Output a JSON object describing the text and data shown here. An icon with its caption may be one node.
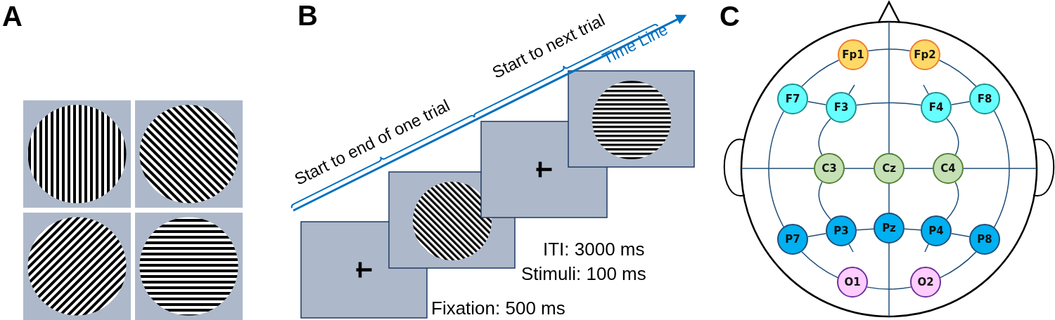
{
  "diagram": {
    "nodes": [
      {
        "text": [
          "Fp1"
        ]
      },
      {
        "text": [
          "Fp2"
        ]
      },
      {
        "text": [
          "F7"
        ]
      },
      {
        "text": [
          "F3"
        ]
      },
      {
        "text": [
          "F4"
        ]
      },
      {
        "text": [
          "F8"
        ]
      },
      {
        "text": [
          "C3"
        ]
      },
      {
        "text": [
          "Cz"
        ]
      },
      {
        "text": [
          "C4"
        ]
      },
      {
        "text": [
          "P7"
        ]
      },
      {
        "text": [
          "P3"
        ]
      },
      {
        "text": [
          "Pz"
        ]
      },
      {
        "text": [
          "P4"
        ]
      },
      {
        "text": [
          "P8"
        ]
      },
      {
        "text": [
          "O1"
        ]
      },
      {
        "text": [
          "O2"
        ]
      }
    ],
    "edges": [
      {
        "from": 0,
        "to": 1,
        "arrow": "none"
      },
      {
        "from": 0,
        "to": 2,
        "arrow": "none"
      },
      {
        "from": 1,
        "to": 5,
        "arrow": "none"
      },
      {
        "from": 2,
        "to": 9,
        "arrow": "none"
      },
      {
        "from": 5,
        "to": 13,
        "arrow": "none"
      },
      {
        "from": 9,
        "to": 14,
        "arrow": "none"
      },
      {
        "from": 13,
        "to": 15,
        "arrow": "none"
      },
      {
        "from": 14,
        "to": 15,
        "arrow": "none"
      },
      {
        "from": 2,
        "to": 3,
        "arrow": "none"
      },
      {
        "from": 3,
        "to": 4,
        "arrow": "none"
      },
      {
        "from": 4,
        "to": 5,
        "arrow": "none"
      },
      {
        "from": 3,
        "to": 6,
        "arrow": "none"
      },
      {
        "from": 6,
        "to": 10,
        "arrow": "none"
      },
      {
        "from": 4,
        "to": 8,
        "arrow": "none"
      },
      {
        "from": 8,
        "to": 12,
        "arrow": "none"
      },
      {
        "from": 6,
        "to": 7,
        "arrow": "none"
      },
      {
        "from": 7,
        "to": 8,
        "arrow": "none"
      },
      {
        "from": 7,
        "to": 11,
        "arrow": "none"
      },
      {
        "from": 9,
        "to": 10,
        "arrow": "none"
      },
      {
        "from": 10,
        "to": 11,
        "arrow": "none"
      },
      {
        "from": 11,
        "to": 12,
        "arrow": "none"
      },
      {
        "from": 12,
        "to": 13,
        "arrow": "none"
      }
    ],
    "labels": [
      "A",
      "B",
      "C",
      "Start to end of one trial",
      "Start to next trial",
      "Time Line",
      "ITI: 3000 ms",
      "Stimuli: 100 ms",
      "Fixation: 500 ms"
    ]
  }
}
